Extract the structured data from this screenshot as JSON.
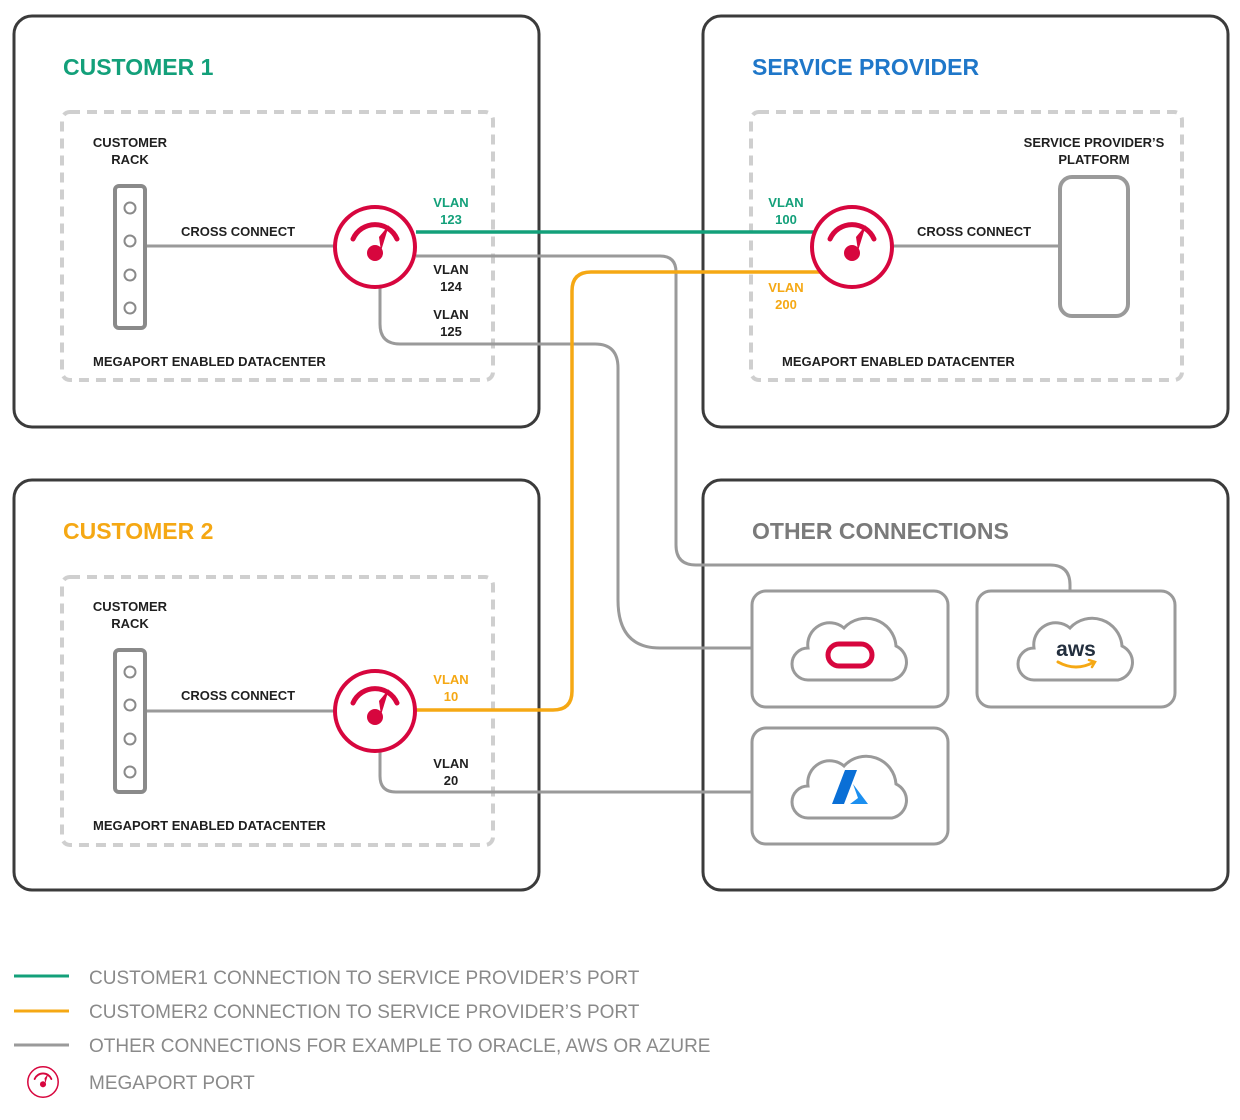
{
  "colors": {
    "green": "#13A07A",
    "orange": "#F5A814",
    "grey": "#9A9A9A",
    "red": "#D7063E",
    "blue": "#1F77C9",
    "box_border": "#3b3b3b",
    "dash": "#cfcfcf",
    "text": "#1f1f1f",
    "legend_text": "#8a8a8a",
    "azure_blue": "#0A6FD6"
  },
  "customer1": {
    "title": "CUSTOMER 1",
    "rack_label_1": "CUSTOMER",
    "rack_label_2": "RACK",
    "cross_connect": "CROSS CONNECT",
    "datacenter": "MEGAPORT ENABLED DATACENTER",
    "vlan_a_1": "VLAN",
    "vlan_a_2": "123",
    "vlan_b_1": "VLAN",
    "vlan_b_2": "124",
    "vlan_c_1": "VLAN",
    "vlan_c_2": "125"
  },
  "provider": {
    "title": "SERVICE PROVIDER",
    "platform_1": "SERVICE PROVIDER’S",
    "platform_2": "PLATFORM",
    "cross_connect": "CROSS CONNECT",
    "datacenter": "MEGAPORT ENABLED DATACENTER",
    "vlan_a_1": "VLAN",
    "vlan_a_2": "100",
    "vlan_b_1": "VLAN",
    "vlan_b_2": "200"
  },
  "customer2": {
    "title": "CUSTOMER 2",
    "rack_label_1": "CUSTOMER",
    "rack_label_2": "RACK",
    "cross_connect": "CROSS CONNECT",
    "datacenter": "MEGAPORT ENABLED DATACENTER",
    "vlan_a_1": "VLAN",
    "vlan_a_2": "10",
    "vlan_b_1": "VLAN",
    "vlan_b_2": "20"
  },
  "other": {
    "title": "OTHER CONNECTIONS",
    "aws_label": "aws",
    "clouds": [
      "oracle-cloud-icon",
      "aws-cloud-icon",
      "azure-cloud-icon"
    ]
  },
  "legend": {
    "items": [
      "CUSTOMER1 CONNECTION TO SERVICE PROVIDER’S PORT",
      "CUSTOMER2 CONNECTION TO SERVICE PROVIDER’S PORT",
      "OTHER CONNECTIONS FOR EXAMPLE TO ORACLE, AWS OR AZURE",
      "MEGAPORT PORT"
    ]
  }
}
